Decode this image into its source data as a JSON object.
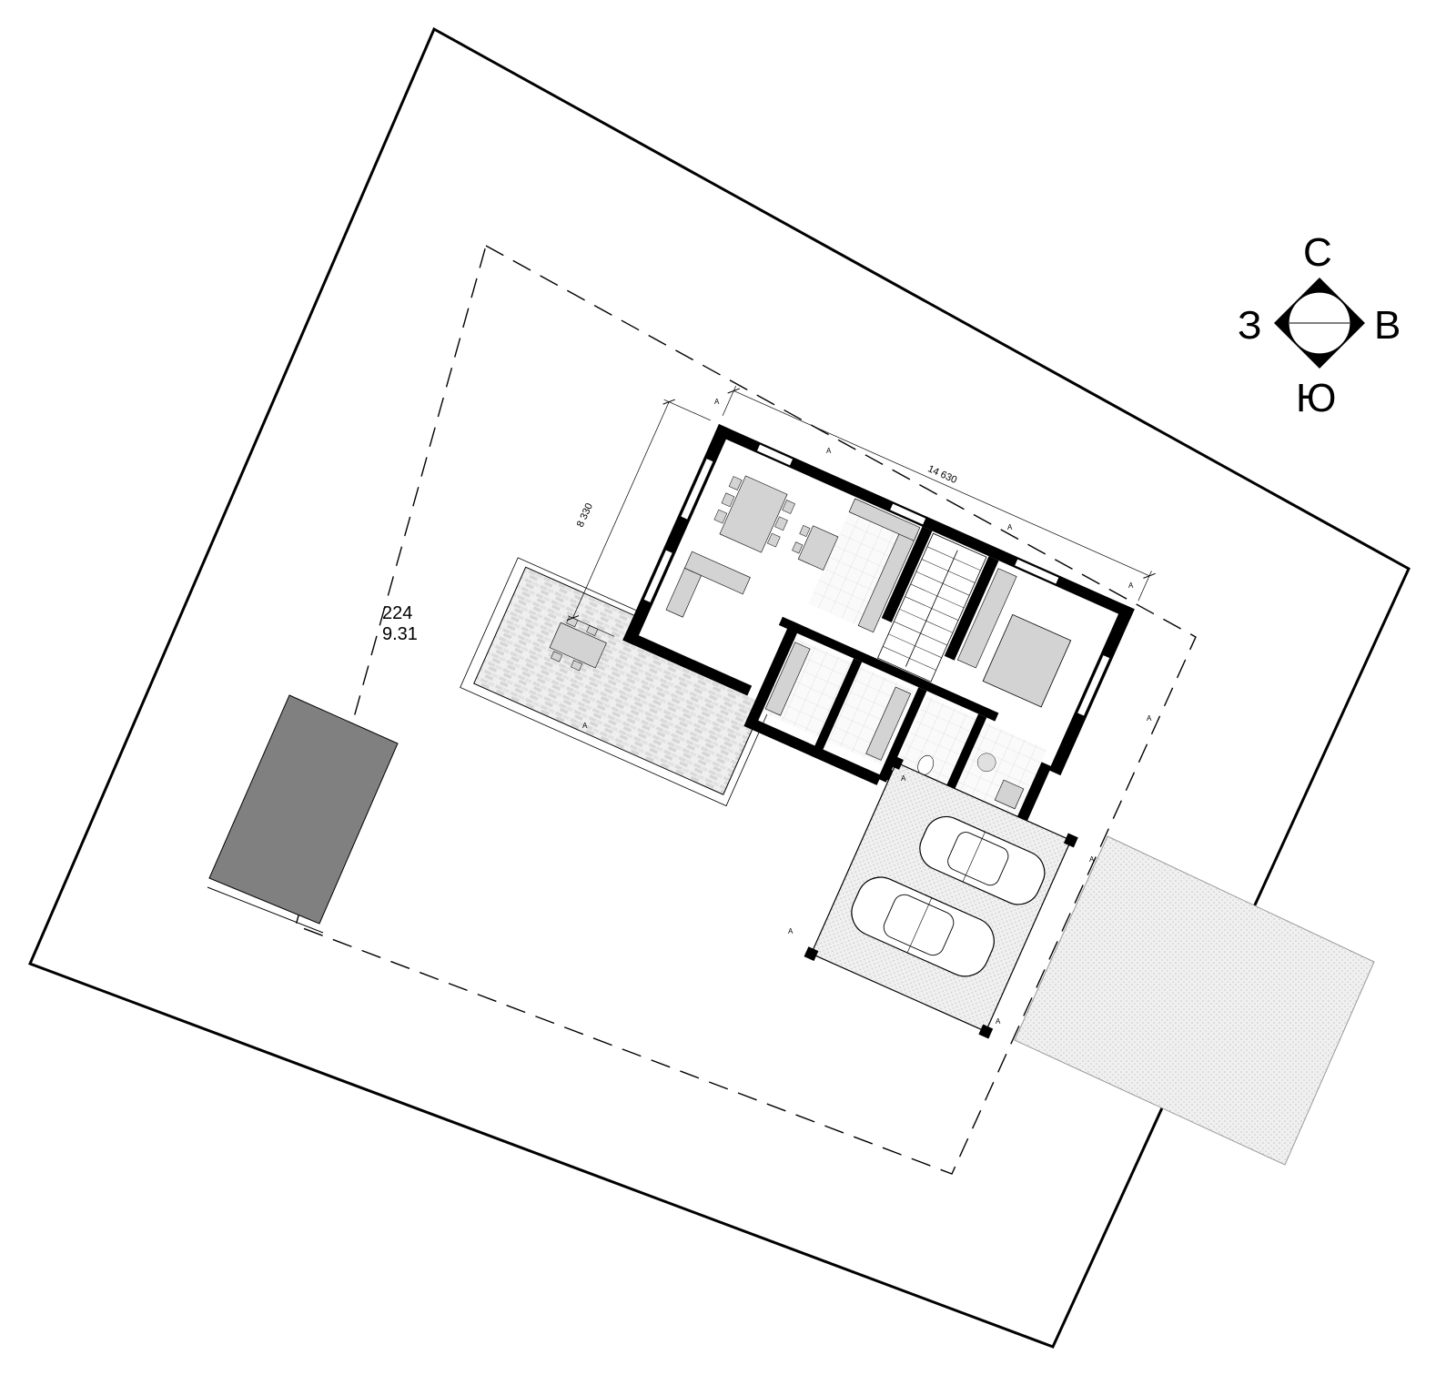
{
  "plot": {
    "number": "224",
    "area": "9.31"
  },
  "dimensions": {
    "length": "14 630",
    "width": "8 330"
  },
  "compass": {
    "north": "С",
    "east": "В",
    "south": "Ю",
    "west": "З"
  },
  "marker_letter": "A",
  "colors": {
    "line": "#000000",
    "wall": "#000000",
    "existing_building": "#808080",
    "furniture": "#d3d3d3",
    "paving": "#e8e8e8",
    "tile": "#f2f2f2"
  }
}
